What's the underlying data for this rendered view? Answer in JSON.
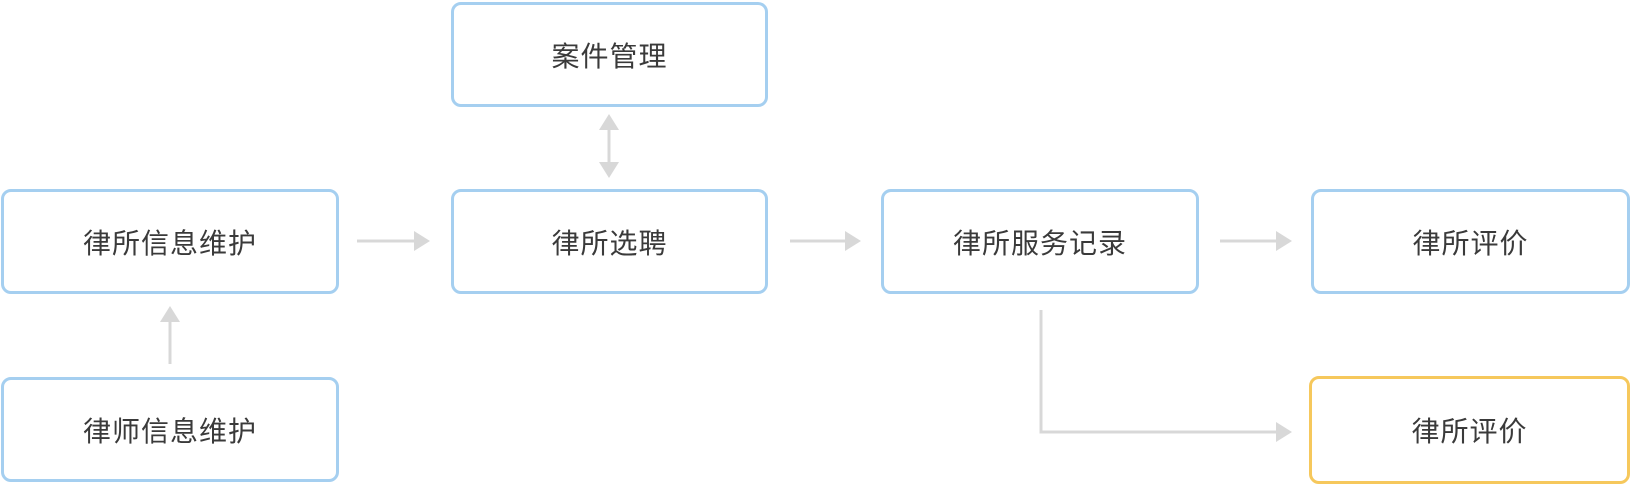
{
  "nodes": {
    "case_management": {
      "label": "案件管理"
    },
    "firm_info": {
      "label": "律所信息维护"
    },
    "firm_selection": {
      "label": "律所选聘"
    },
    "firm_service_record": {
      "label": "律所服务记录"
    },
    "firm_evaluation_top": {
      "label": "律所评价"
    },
    "lawyer_info": {
      "label": "律师信息维护"
    },
    "firm_evaluation_bottom": {
      "label": "律所评价"
    }
  },
  "colors": {
    "node_border": "#a5cff0",
    "node_border_highlight": "#f6c85c",
    "connector": "#d8d8d8",
    "text": "#3a3a3a"
  }
}
